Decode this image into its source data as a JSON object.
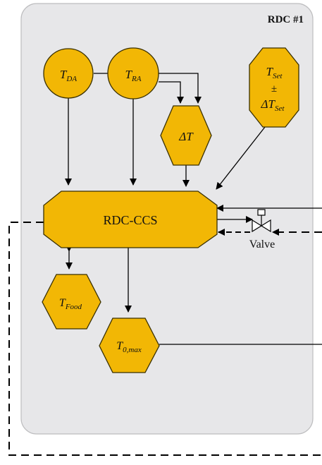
{
  "panel": {
    "title": "RDC #1"
  },
  "nodes": {
    "t_da": {
      "main": "T",
      "sub": "DA"
    },
    "t_ra": {
      "main": "T",
      "sub": "RA"
    },
    "delta_t": {
      "main": "ΔT"
    },
    "t_set": {
      "line1_main": "T",
      "line1_sub": "Set",
      "line2": "±",
      "line3_main": "ΔT",
      "line3_sub": "Set"
    },
    "rdc_ccs": {
      "label": "RDC-CCS"
    },
    "t_food": {
      "main": "T",
      "sub": "Food"
    },
    "t_0max": {
      "main": "T",
      "sub": "0,max"
    }
  },
  "valve": {
    "label": "Valve"
  },
  "colors": {
    "node_fill": "#f2b705",
    "node_stroke": "#3a3000",
    "panel_fill": "#e7e7e9",
    "panel_stroke": "#bdbdbf",
    "arrow": "#000000"
  }
}
